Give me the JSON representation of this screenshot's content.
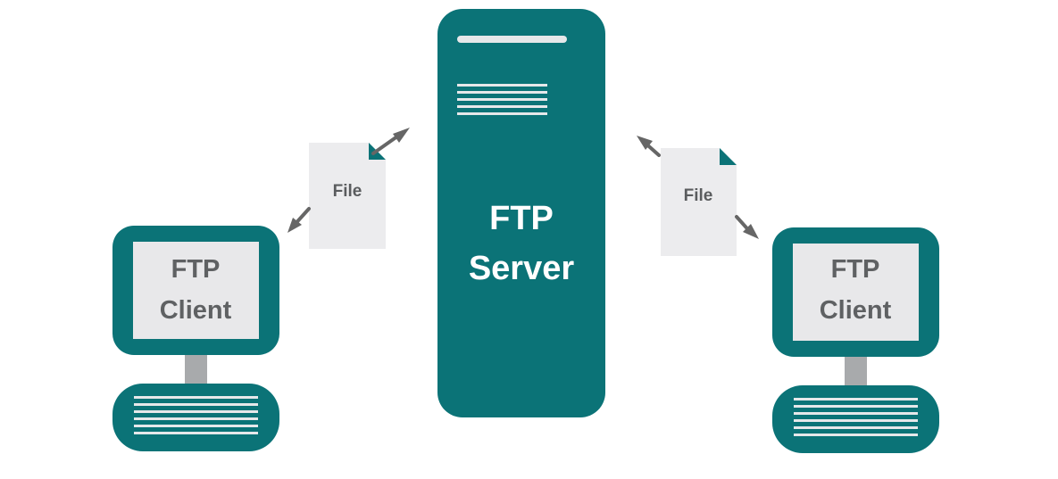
{
  "server": {
    "line1": "FTP",
    "line2": "Server"
  },
  "clients": [
    {
      "line1": "FTP",
      "line2": "Client"
    },
    {
      "line1": "FTP",
      "line2": "Client"
    }
  ],
  "files": [
    {
      "label": "File"
    },
    {
      "label": "File"
    }
  ],
  "colors": {
    "teal": "#0b7377",
    "screen": "#e8e8ea",
    "stand": "#a8aaac",
    "paper": "#ececee",
    "arrow": "#666666",
    "label_dark": "#5f6163"
  }
}
